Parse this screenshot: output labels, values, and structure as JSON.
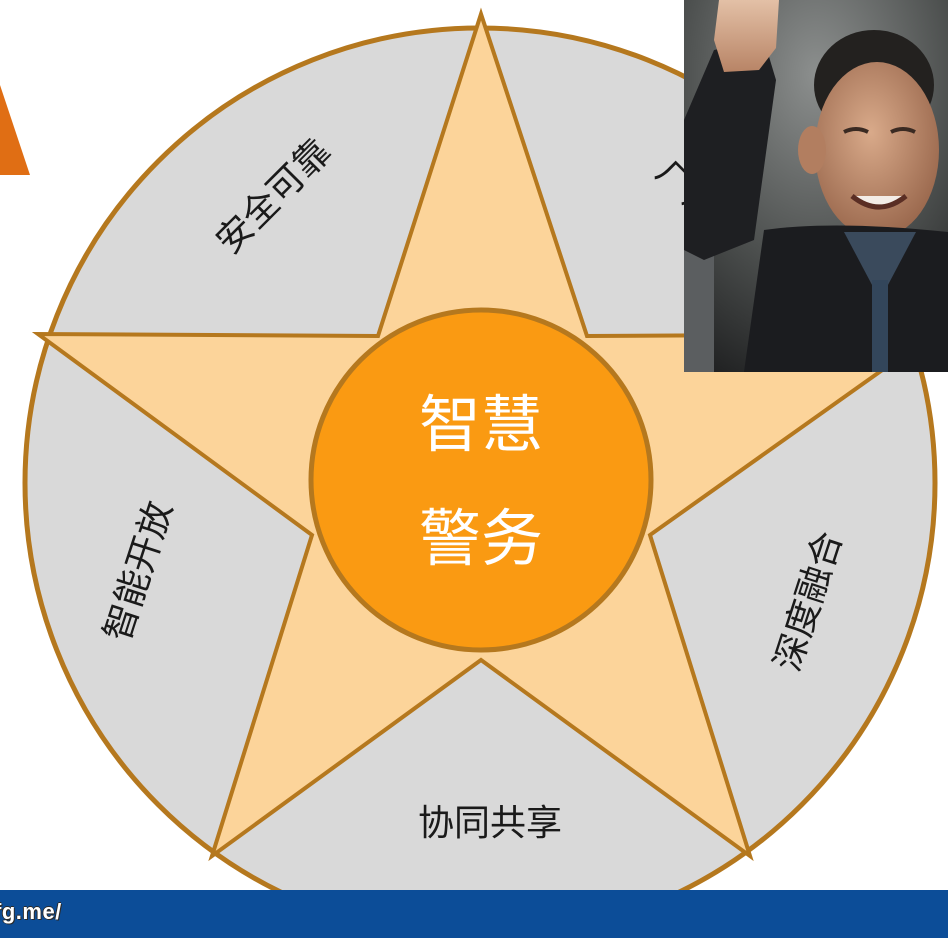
{
  "diagram": {
    "center_label_line1": "智慧",
    "center_label_line2": "警务",
    "segments": [
      "安全可靠",
      "广泛",
      "深度融合",
      "协同共享",
      "智能开放"
    ]
  },
  "footer": {
    "url_text": "fg.me/"
  },
  "colors": {
    "ring": "#d9d9d9",
    "ring_border": "#b5781e",
    "star": "#fcd49a",
    "center": "#fa9a12",
    "arrow": "#e06e14",
    "footer": "#0c4d98"
  },
  "photo": {
    "icon": "person-waving-photo"
  }
}
